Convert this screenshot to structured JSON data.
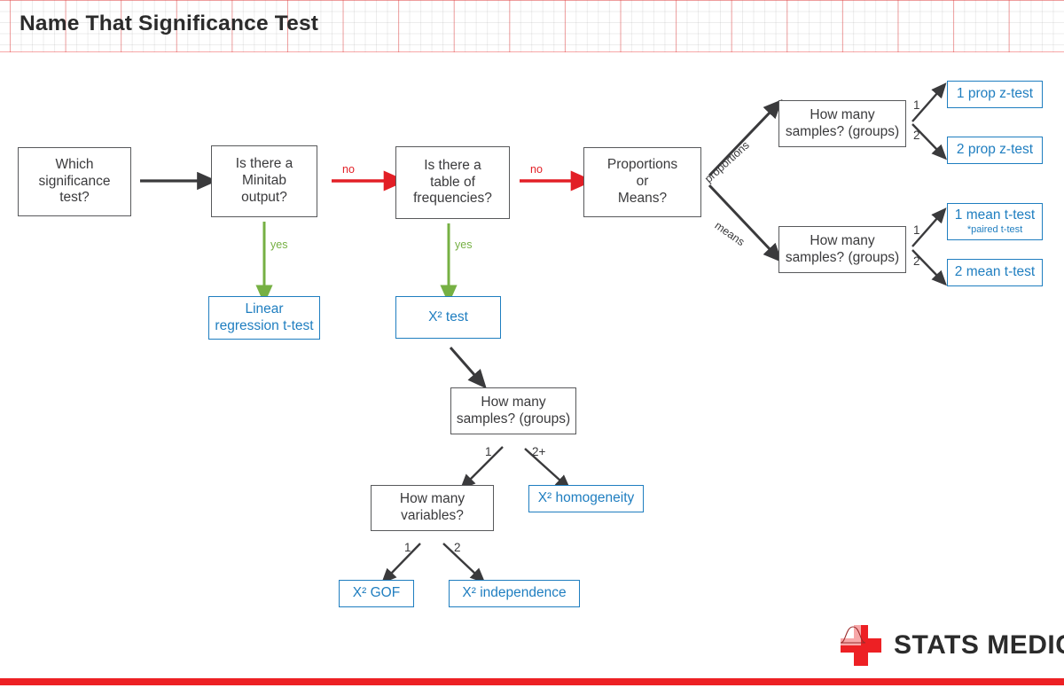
{
  "header": {
    "title": "Name That Significance Test",
    "grid_major_color": "#ee3c3c",
    "grid_minor_color": "#8c8c8c"
  },
  "theme": {
    "question_border": "#58595b",
    "question_text": "#3a3a3c",
    "terminal_border": "#1f7ec0",
    "terminal_text": "#1f7ec0",
    "arrow_dark": "#3a3a3c",
    "arrow_no": "#e21f26",
    "arrow_yes": "#76b043",
    "footer_bar": "#ed2024"
  },
  "flowchart": {
    "type": "decision-tree",
    "nodes": [
      {
        "id": "start",
        "kind": "question",
        "lines": [
          "Which",
          "significance",
          "test?"
        ]
      },
      {
        "id": "minitab",
        "kind": "question",
        "lines": [
          "Is there a",
          "Minitab",
          "output?"
        ]
      },
      {
        "id": "linreg",
        "kind": "terminal",
        "lines": [
          "Linear",
          "regression t-test"
        ]
      },
      {
        "id": "freqtable",
        "kind": "question",
        "lines": [
          "Is there a",
          "table of",
          "frequencies?"
        ]
      },
      {
        "id": "chisq",
        "kind": "terminal",
        "lines": [
          "X² test"
        ]
      },
      {
        "id": "propmeans",
        "kind": "question",
        "lines": [
          "Proportions",
          "or",
          "Means?"
        ]
      },
      {
        "id": "chisamples",
        "kind": "question",
        "lines": [
          "How many",
          "samples? (groups)"
        ]
      },
      {
        "id": "chivars",
        "kind": "question",
        "lines": [
          "How many",
          "variables?"
        ]
      },
      {
        "id": "homogeneity",
        "kind": "terminal",
        "lines": [
          "X² homogeneity"
        ]
      },
      {
        "id": "gof",
        "kind": "terminal",
        "lines": [
          "X² GOF"
        ]
      },
      {
        "id": "independence",
        "kind": "terminal",
        "lines": [
          "X² independence"
        ]
      },
      {
        "id": "propsamples",
        "kind": "question",
        "lines": [
          "How many",
          "samples? (groups)"
        ]
      },
      {
        "id": "meansamples",
        "kind": "question",
        "lines": [
          "How many",
          "samples? (groups)"
        ]
      },
      {
        "id": "prop1",
        "kind": "terminal",
        "lines": [
          "1 prop z-test"
        ]
      },
      {
        "id": "prop2",
        "kind": "terminal",
        "lines": [
          "2 prop z-test"
        ]
      },
      {
        "id": "mean1",
        "kind": "terminal",
        "lines": [
          "1 mean t-test"
        ],
        "sub": "*paired t-test"
      },
      {
        "id": "mean2",
        "kind": "terminal",
        "lines": [
          "2 mean t-test"
        ]
      }
    ],
    "edges": [
      {
        "from": "start",
        "to": "minitab",
        "label": "",
        "style": "dark"
      },
      {
        "from": "minitab",
        "to": "linreg",
        "label": "yes",
        "style": "yes"
      },
      {
        "from": "minitab",
        "to": "freqtable",
        "label": "no",
        "style": "no"
      },
      {
        "from": "freqtable",
        "to": "chisq",
        "label": "yes",
        "style": "yes"
      },
      {
        "from": "freqtable",
        "to": "propmeans",
        "label": "no",
        "style": "no"
      },
      {
        "from": "chisq",
        "to": "chisamples",
        "label": "",
        "style": "dark"
      },
      {
        "from": "chisamples",
        "to": "chivars",
        "label": "1",
        "style": "dark"
      },
      {
        "from": "chisamples",
        "to": "homogeneity",
        "label": "2+",
        "style": "dark"
      },
      {
        "from": "chivars",
        "to": "gof",
        "label": "1",
        "style": "dark"
      },
      {
        "from": "chivars",
        "to": "independence",
        "label": "2",
        "style": "dark"
      },
      {
        "from": "propmeans",
        "to": "propsamples",
        "label": "proportions",
        "style": "dark"
      },
      {
        "from": "propmeans",
        "to": "meansamples",
        "label": "means",
        "style": "dark"
      },
      {
        "from": "propsamples",
        "to": "prop1",
        "label": "1",
        "style": "dark"
      },
      {
        "from": "propsamples",
        "to": "prop2",
        "label": "2",
        "style": "dark"
      },
      {
        "from": "meansamples",
        "to": "mean1",
        "label": "1",
        "style": "dark"
      },
      {
        "from": "meansamples",
        "to": "mean2",
        "label": "2",
        "style": "dark"
      }
    ]
  },
  "footer": {
    "brand": "STATS MEDIC",
    "logo_icon": "red-cross-bell-curve-icon"
  }
}
